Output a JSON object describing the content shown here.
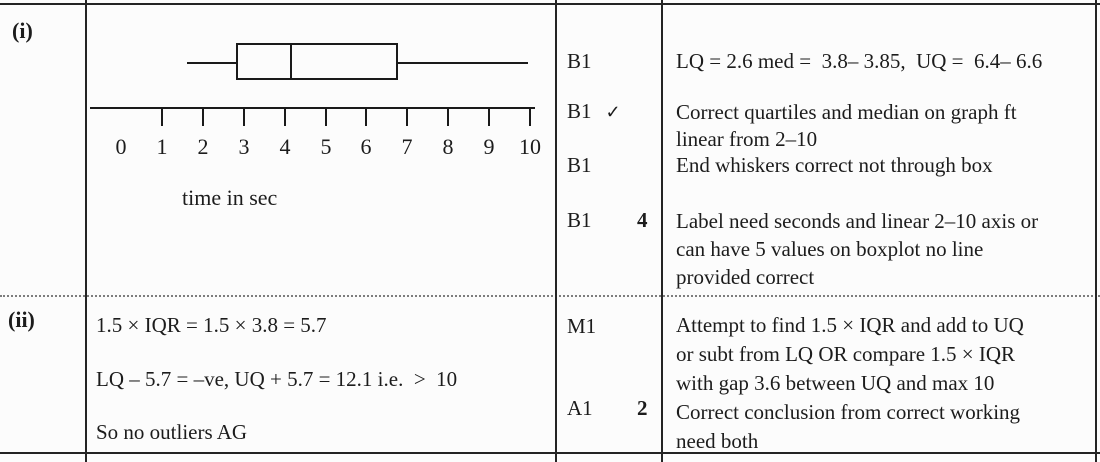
{
  "colors": {
    "border": "#242424",
    "text": "#1c1c1c",
    "background": "#fcfcfc"
  },
  "rows": {
    "i": {
      "part": "(i)",
      "marks": {
        "m1": {
          "code": "B1"
        },
        "m2": {
          "code": "B1",
          "ft_tick": "✓"
        },
        "m3": {
          "code": "B1"
        },
        "m4": {
          "code": "B1",
          "total": "4"
        }
      },
      "comments": {
        "c1": "LQ = 2.6 med =  3.8– 3.85,  UQ =  6.4– 6.6",
        "c2a": "Correct quartiles and median on graph ft",
        "c2b": "linear from 2–10",
        "c3": "End whiskers correct not through box",
        "c4a": "Label need seconds and linear 2–10 axis or",
        "c4b": "can have 5 values on boxplot no line",
        "c4c": "provided correct"
      }
    },
    "ii": {
      "part": "(ii)",
      "working": {
        "w1": "1.5 × IQR = 1.5 × 3.8 = 5.7",
        "w2": "LQ – 5.7 = –ve, UQ + 5.7 = 12.1 i.e.  >  10",
        "w3": "So no outliers AG"
      },
      "marks": {
        "m1": {
          "code": "M1"
        },
        "m2": {
          "code": "A1",
          "total": "2"
        }
      },
      "comments": {
        "c1a": "Attempt to find 1.5 × IQR and add to UQ",
        "c1b": "or subt from LQ OR compare 1.5 × IQR",
        "c1c": "with gap 3.6 between UQ and max 10",
        "c2a": "Correct conclusion from correct working",
        "c2b": "need both"
      }
    }
  },
  "chart_data": {
    "type": "boxplot",
    "title": "",
    "xlabel": "time in sec",
    "x_ticks": [
      "0",
      "1",
      "2",
      "3",
      "4",
      "5",
      "6",
      "7",
      "8",
      "9",
      "10"
    ],
    "xlim": [
      0,
      10
    ],
    "whisker_min": 1.6,
    "q1": 2.8,
    "median": 4.1,
    "q3": 6.8,
    "whisker_max": 10.1,
    "grid": false
  }
}
